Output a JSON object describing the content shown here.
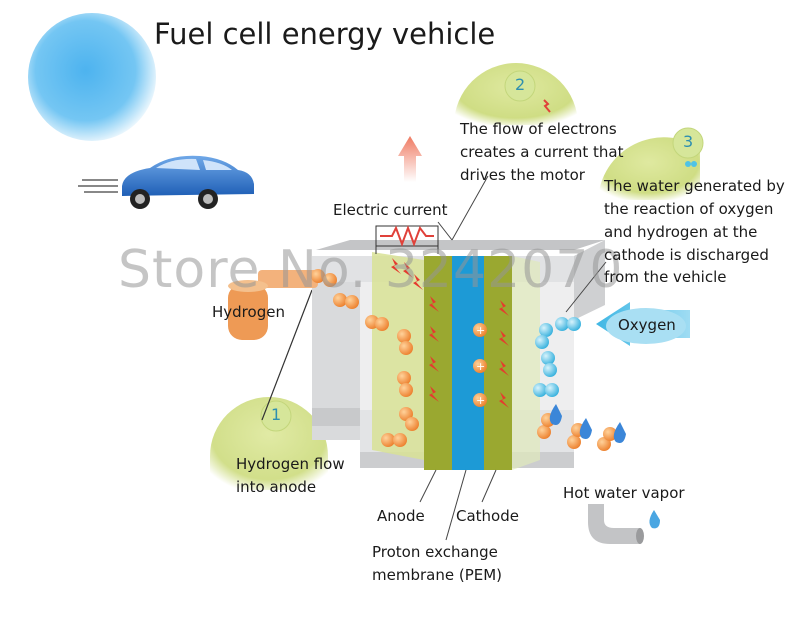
{
  "title": "Fuel cell energy vehicle",
  "watermark": "Store No. 3242070",
  "labels": {
    "electric_current": "Electric current",
    "hydrogen": "Hydrogen",
    "oxygen": "Oxygen",
    "hot_water_vapor": "Hot water vapor",
    "anode": "Anode",
    "cathode": "Cathode",
    "pem_line1": "Proton exchange",
    "pem_line2": "membrane (PEM)"
  },
  "steps": [
    {
      "number": "1",
      "lines": [
        "Hydrogen flow",
        "into anode"
      ]
    },
    {
      "number": "2",
      "lines": [
        "The flow of electrons",
        "creates a current that",
        "drives the motor"
      ]
    },
    {
      "number": "3",
      "lines": [
        "The water generated by",
        "the reaction of oxygen",
        "and hydrogen at the",
        "cathode is discharged",
        "from the vehicle"
      ]
    }
  ],
  "colors": {
    "bubble_green": "#d3e08e",
    "hydrogen_orange": "#f0923e",
    "oxygen_blue": "#4fc3e6",
    "pem_blue": "#1d9ad6",
    "electrode_green": "#9aa830",
    "box_gray": "#d7d8da",
    "arrow_red": "#e65a46"
  },
  "icons": [
    "car-icon",
    "sun-icon",
    "water-drop-icon",
    "lightning-icon",
    "resistor-icon"
  ]
}
